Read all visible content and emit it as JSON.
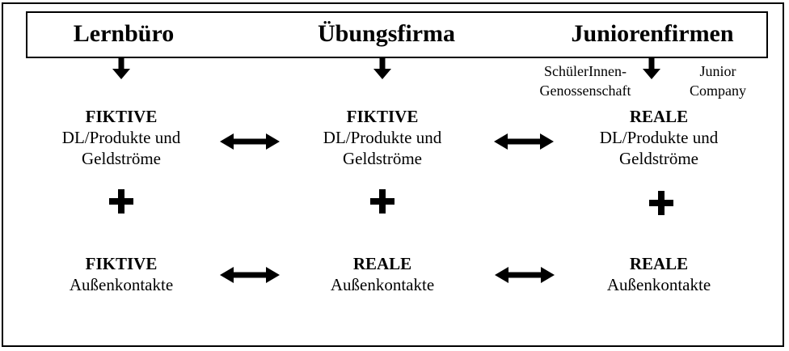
{
  "header": {
    "titles": [
      "Lernbüro",
      "Übungsfirma",
      "Juniorenfirmen"
    ],
    "junior_variants": {
      "left": [
        "SchülerInnen-",
        "Genossenschaft"
      ],
      "right": [
        "Junior",
        "Company"
      ]
    }
  },
  "rows": [
    {
      "cells": [
        {
          "emphasis": "FIKTIVE",
          "lines": [
            "DL/Produkte und",
            "Geldströme"
          ]
        },
        {
          "emphasis": "FIKTIVE",
          "lines": [
            "DL/Produkte und",
            "Geldströme"
          ]
        },
        {
          "emphasis": "REALE",
          "lines": [
            "DL/Produkte und",
            "Geldströme"
          ]
        }
      ]
    },
    {
      "cells": [
        {
          "emphasis": "FIKTIVE",
          "lines": [
            "Außenkontakte"
          ]
        },
        {
          "emphasis": "REALE",
          "lines": [
            "Außenkontakte"
          ]
        },
        {
          "emphasis": "REALE",
          "lines": [
            "Außenkontakte"
          ]
        }
      ]
    }
  ],
  "icons": {
    "down_arrow": "↓",
    "double_arrow": "↔",
    "plus": "+"
  },
  "colors": {
    "ink": "#000000",
    "background": "#ffffff"
  }
}
